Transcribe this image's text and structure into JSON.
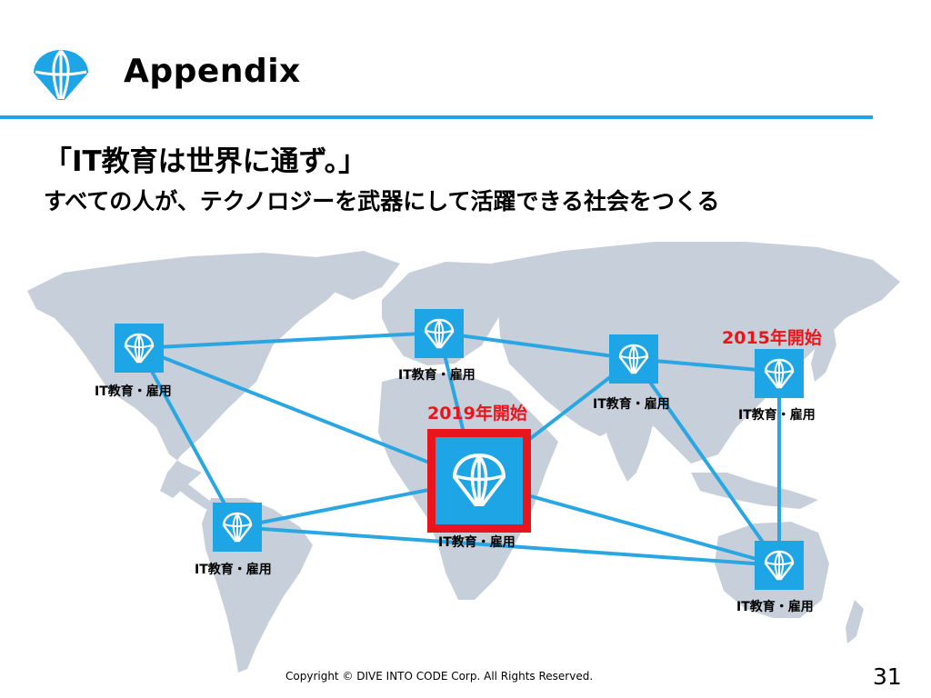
{
  "header": {
    "title": "Appendix",
    "logo_icon": "balloon-globe-icon"
  },
  "slogan": "「IT教育は世界に通ず。」",
  "subtitle": "すべての人が、テクノロジーを武器にして活躍できる社会をつくる",
  "nodes": [
    {
      "id": "north-america",
      "label": "IT教育・雇用"
    },
    {
      "id": "europe",
      "label": "IT教育・雇用"
    },
    {
      "id": "south-asia",
      "label": "IT教育・雇用"
    },
    {
      "id": "east-asia",
      "label": "IT教育・雇用",
      "start": "2015年開始"
    },
    {
      "id": "africa",
      "label": "IT教育・雇用",
      "start": "2019年開始"
    },
    {
      "id": "south-america",
      "label": "IT教育・雇用"
    },
    {
      "id": "oceania",
      "label": "IT教育・雇用"
    }
  ],
  "footer": {
    "copyright": "Copyright © DIVE INTO CODE Corp. All Rights Reserved.",
    "page_number": "31"
  },
  "colors": {
    "brand_blue": "#1ea5e6",
    "line_blue": "#2aa7e2",
    "accent_red": "#e8161c",
    "map_gray": "#c7d0da"
  }
}
